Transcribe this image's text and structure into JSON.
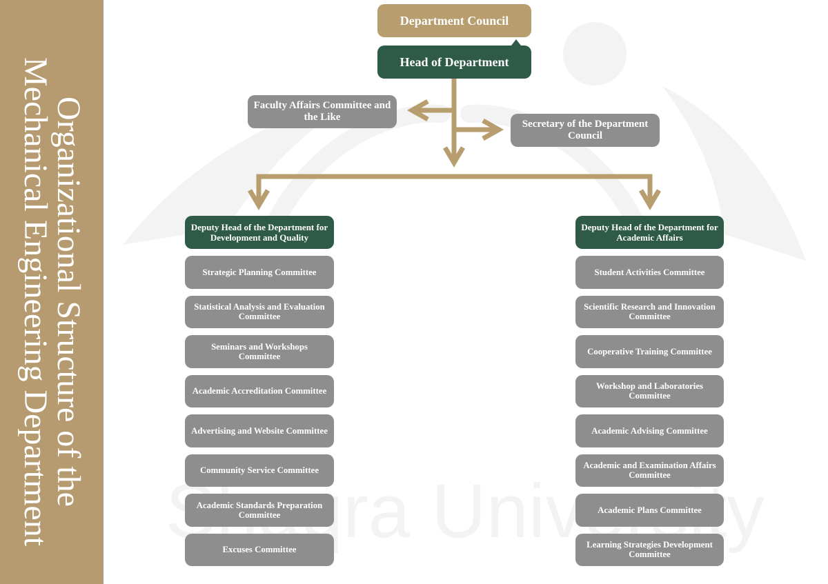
{
  "sidebar": {
    "title_lines": [
      "Organizational Structure of the",
      "Mechanical Engineering Department"
    ]
  },
  "watermark": "Shaqra University",
  "top": {
    "council": "Department Council",
    "head": "Head of Department",
    "faculty_affairs": "Faculty Affairs Committee and the Like",
    "secretary": "Secretary of the Department Council"
  },
  "branches": [
    {
      "deputy": "Deputy Head of the Department for Development and Quality",
      "committees": [
        "Strategic Planning Committee",
        "Statistical Analysis and Evaluation Committee",
        "Seminars and Workshops Committee",
        "Academic Accreditation Committee",
        "Advertising and Website Committee",
        "Community Service Committee",
        "Academic Standards Preparation Committee",
        "Excuses Committee"
      ]
    },
    {
      "deputy": "Deputy Head of the Department for Academic Affairs",
      "committees": [
        "Student Activities Committee",
        "Scientific Research and Innovation Committee",
        "Cooperative Training Committee",
        "Workshop and Laboratories Committee",
        "Academic Advising Committee",
        "Academic and Examination Affairs Committee",
        "Academic Plans Committee",
        "Learning Strategies Development Committee"
      ]
    }
  ],
  "colors": {
    "sidebar": "#b59b6f",
    "tan": "#b89d6f",
    "green": "#2e5a47",
    "gray": "#8e8e8e",
    "watermark": "#f3f3f3"
  }
}
